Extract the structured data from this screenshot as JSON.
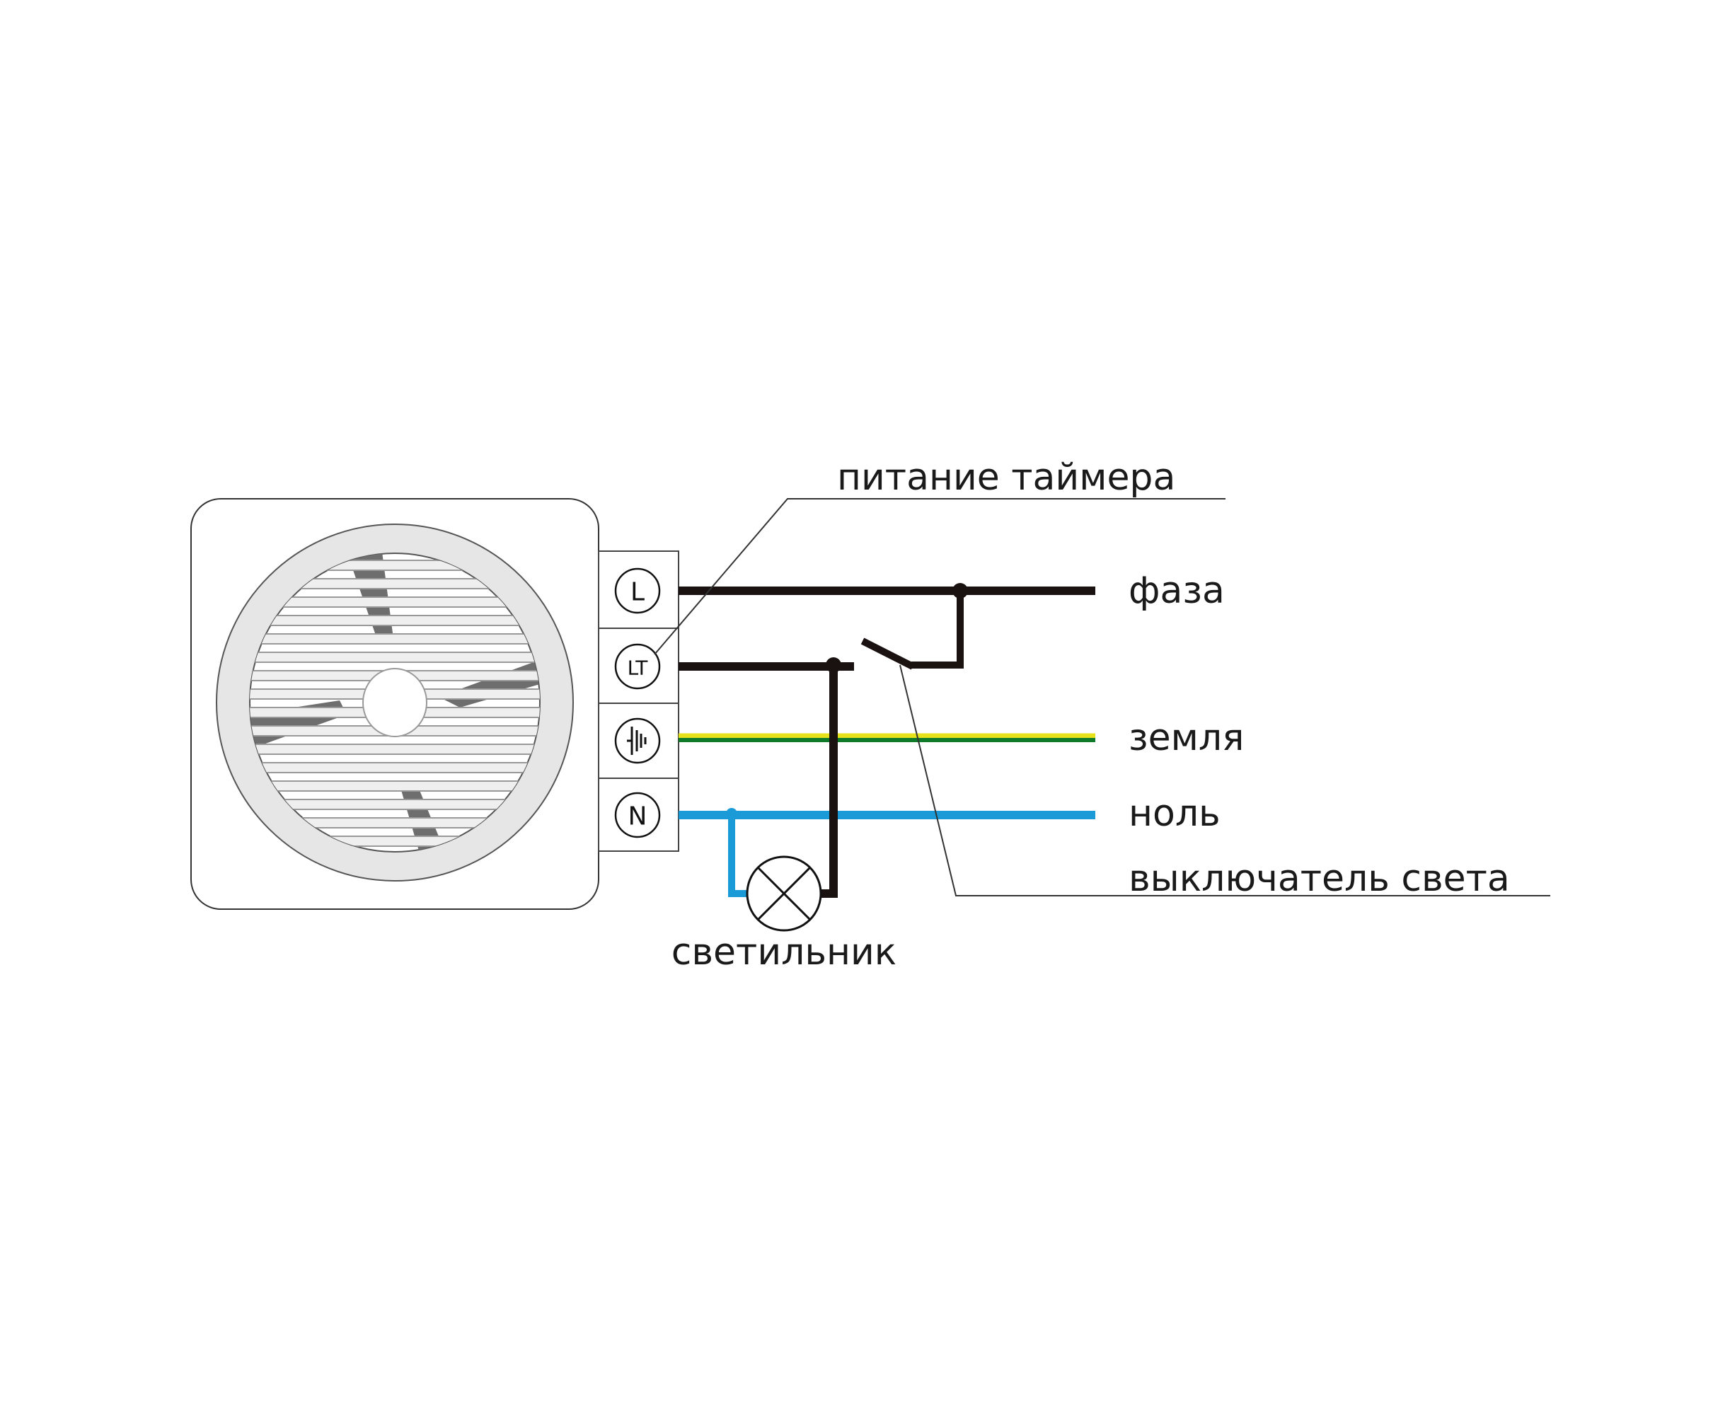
{
  "title": "Схема подключения вентилятора с таймером",
  "terminals": {
    "l": "L",
    "lt": "LT",
    "earth_icon": "ground-symbol",
    "n": "N"
  },
  "labels": {
    "timer_power": "питание таймера",
    "phase": "фаза",
    "earth": "земля",
    "neutral": "ноль",
    "light_switch": "выключатель света",
    "lamp": "светильник"
  },
  "colors": {
    "phase": "#1a1210",
    "earth_yellow": "#e8e21a",
    "earth_green": "#0f7a2a",
    "neutral": "#1a9ad6",
    "blade": "#6e6e6e"
  }
}
